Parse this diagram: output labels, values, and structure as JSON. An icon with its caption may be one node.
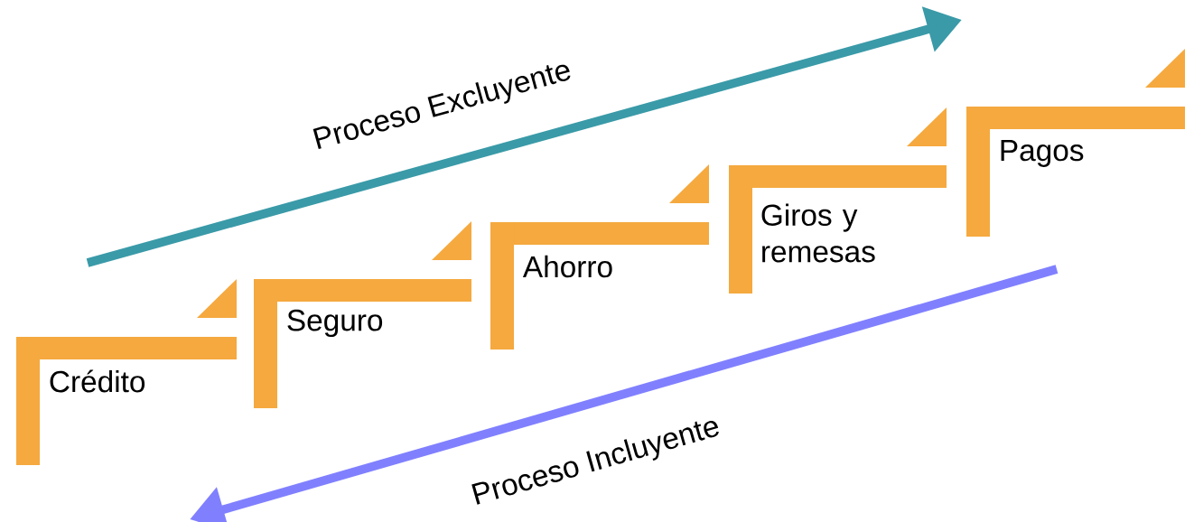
{
  "diagram": {
    "nodes": [
      {
        "text": [
          "Crédito"
        ]
      },
      {
        "text": [
          "Seguro"
        ]
      },
      {
        "text": [
          "Ahorro"
        ]
      },
      {
        "text": [
          "Giros y remesas"
        ]
      },
      {
        "text": [
          "Pagos"
        ]
      }
    ],
    "labels": [
      "Proceso Excluyente",
      "Proceso Incluyente"
    ]
  }
}
